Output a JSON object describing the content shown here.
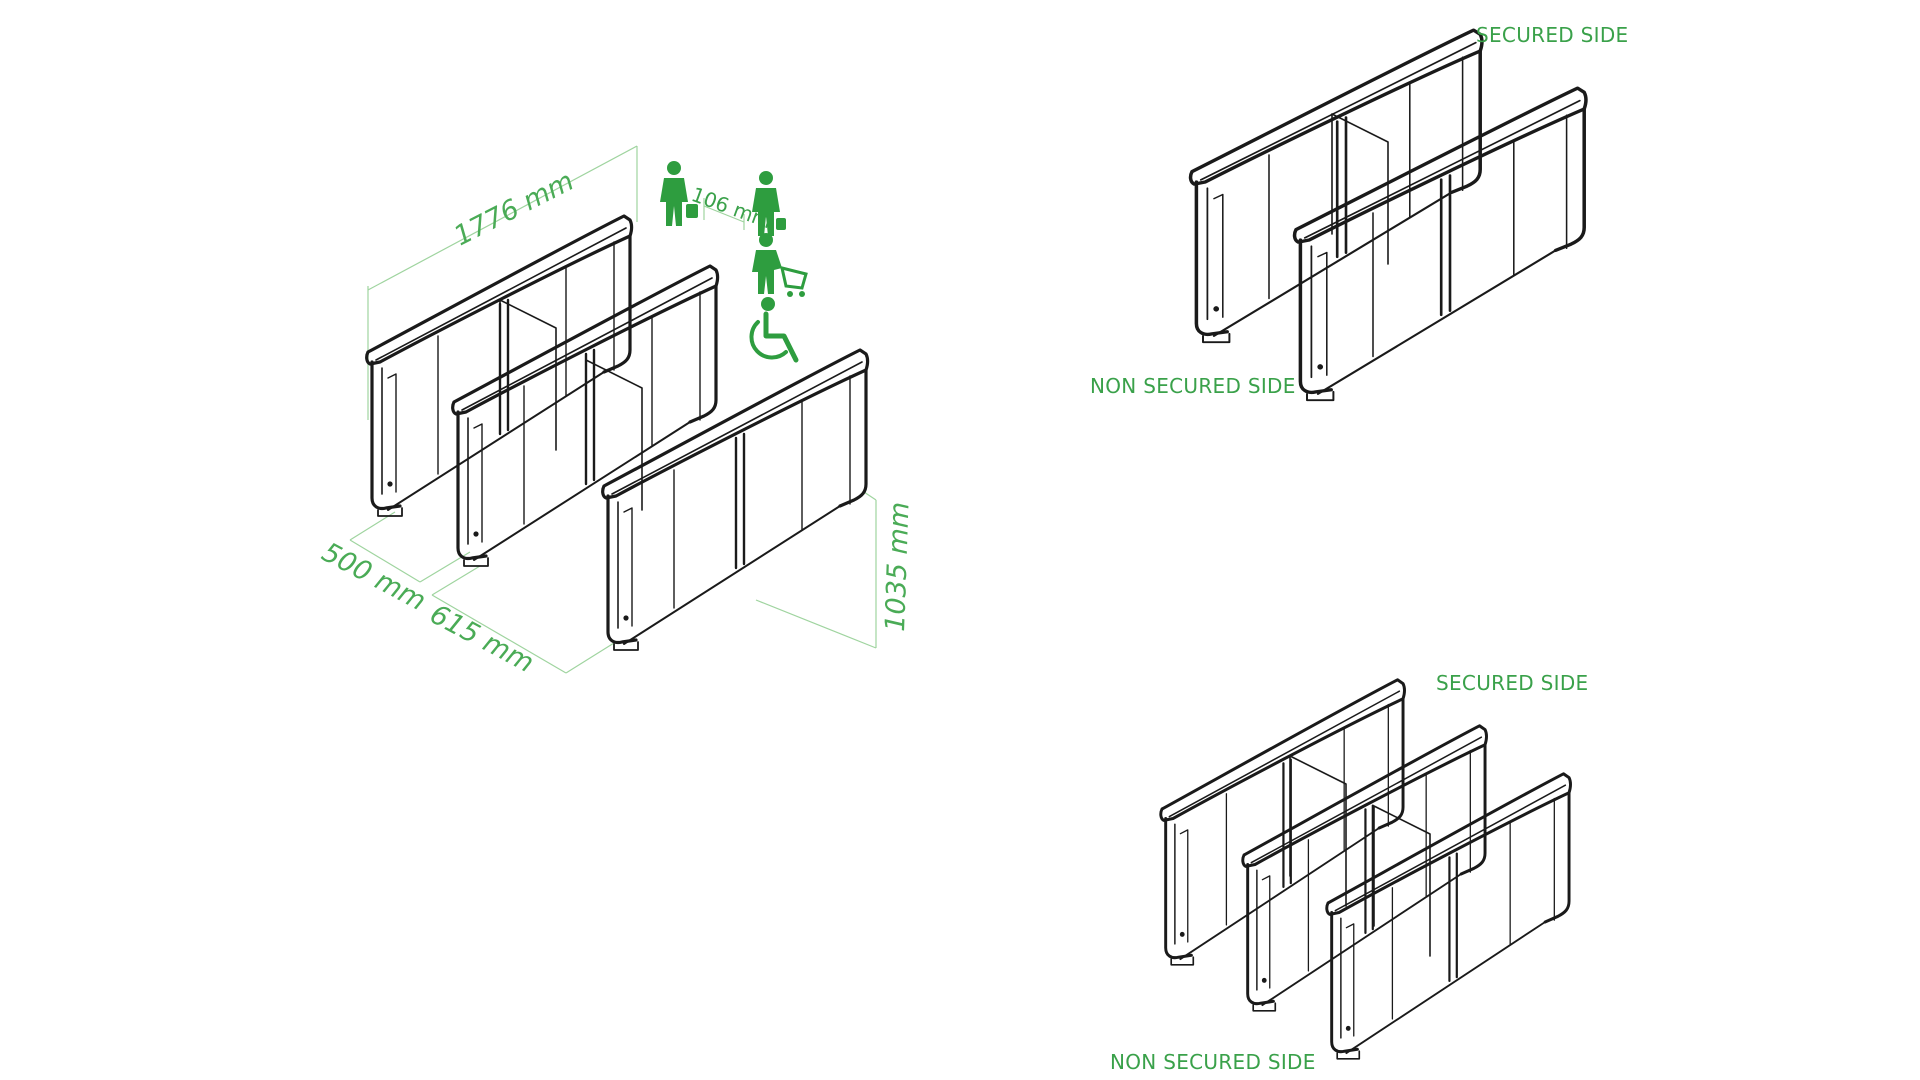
{
  "colors": {
    "accent_green": "#3aa14a",
    "line": "#1a1a1a",
    "dimension_line": "#9fd49f"
  },
  "main_view": {
    "dimensions": {
      "length": "1776 mm",
      "gap": "106 mm",
      "depth": "500 mm",
      "passage_width": "615 mm",
      "height": "1035 mm"
    },
    "user_icons": [
      "person-with-luggage-icon",
      "person-icon",
      "person-with-trolley-icon",
      "wheelchair-icon"
    ]
  },
  "two_panel_view": {
    "secured_label": "SECURED SIDE",
    "non_secured_label": "NON SECURED SIDE"
  },
  "three_panel_view": {
    "secured_label": "SECURED SIDE",
    "non_secured_label": "NON SECURED SIDE"
  }
}
